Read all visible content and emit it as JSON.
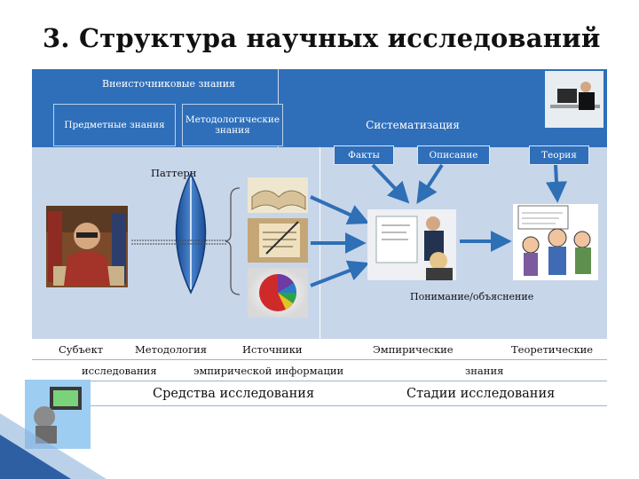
{
  "title": "3. Структура научных исследований",
  "top": {
    "extra_source": "Внеисточниковые  знания",
    "subject_knowledge": "Предметные знания",
    "methodological_knowledge": "Методологические знания",
    "systematization": "Систематизация",
    "facts": "Факты",
    "description": "Описание",
    "theory": "Теория"
  },
  "middle": {
    "pattern": "Паттерн",
    "understanding": "Понимание/объяснение"
  },
  "row1": {
    "subject": "Субъект",
    "methodology": "Методология",
    "sources": "Источники",
    "empirical": "Эмпирические",
    "theoretical": "Теоретические"
  },
  "row2": {
    "research": "исследования",
    "empirical_info": "эмпирической информации",
    "knowledge": "знания"
  },
  "row3": {
    "means": "Средства исследования",
    "stages": "Стадии исследования"
  },
  "colors": {
    "top_band": "#2f6fba",
    "mid_band": "#c8d6ea",
    "arrow": "#2e6fb6"
  }
}
